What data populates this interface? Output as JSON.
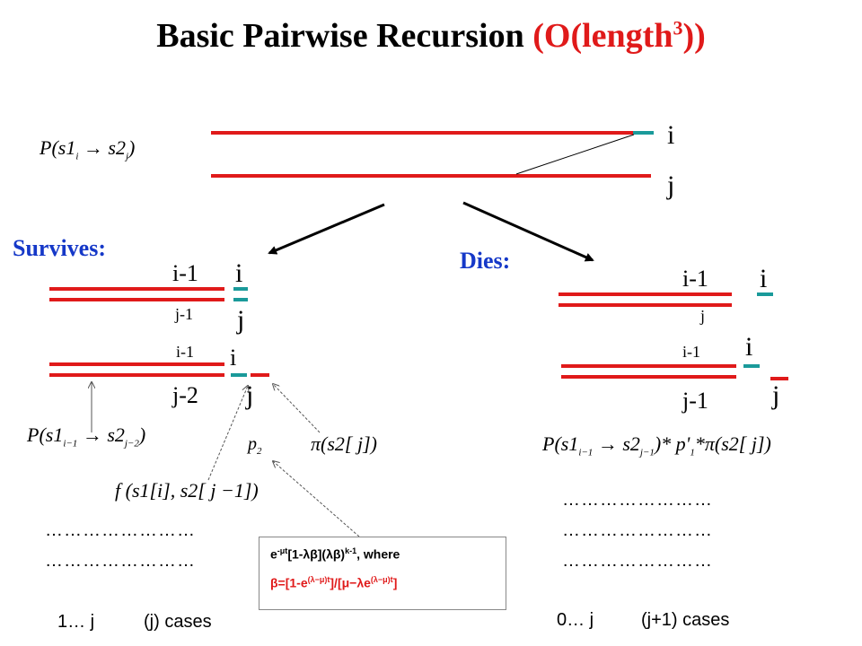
{
  "title": {
    "main": "Basic Pairwise Recursion ",
    "accent": "(O(length",
    "sup": "3",
    "close": "))"
  },
  "top": {
    "formula_p": "P(s1",
    "formula_sub_i": "i",
    "formula_arrow": " → s2",
    "formula_sub_j": "j",
    "formula_close": ")",
    "label_i": "i",
    "label_j": "j"
  },
  "survives": {
    "heading": "Survives:",
    "upper": {
      "left_top": "i-1",
      "left_bottom": "j-1",
      "right_top": "i",
      "right_bottom": "j"
    },
    "lower": {
      "left_top": "i-1",
      "left_bottom": "j-2",
      "right_top": "i",
      "right_bottom": "j"
    },
    "formula_p": "P(s1",
    "formula_sub_i": "i−1",
    "formula_arrow": " → s2",
    "formula_sub_j": "j−2",
    "formula_close": ")",
    "p2": "p",
    "p2_sub": "2",
    "pi": "π(s2[ j])",
    "f": "f (s1[i], s2[ j −1])",
    "dots": [
      "……………………",
      "……………………"
    ],
    "cases_a": "1… j",
    "cases_b": "(j) cases"
  },
  "dies": {
    "heading": "Dies:",
    "upper": {
      "left_top": "i-1",
      "left_bottom": "j",
      "right_top": "i"
    },
    "lower": {
      "left_top": "i-1",
      "left_bottom": "j-1",
      "right_top": "i",
      "right_bottom": "j"
    },
    "formula": "P(s1",
    "formula_sub_i": "i−1",
    "formula_mid": " → s2",
    "formula_sub_j": "j−1",
    "formula_rest": ")* p'",
    "formula_sub_1": "1",
    "formula_tail": "*π(s2[ j])",
    "dots": [
      "……………………",
      "……………………",
      "……………………"
    ],
    "cases_a": "0… j",
    "cases_b": "(j+1) cases"
  },
  "box": {
    "line1_a": "e",
    "line1_sup": "-μt",
    "line1_b": "[1-λβ](λβ)",
    "line1_sup2": "k-1",
    "line1_c": ", where",
    "line2_a": "β=[1-e",
    "line2_sup": "(λ−μ)t",
    "line2_b": "]/[μ−λe",
    "line2_sup2": "(λ−μ)t",
    "line2_c": "]"
  },
  "colors": {
    "red": "#e01a1a",
    "teal": "#1a9a9a",
    "blue": "#1538c8"
  }
}
